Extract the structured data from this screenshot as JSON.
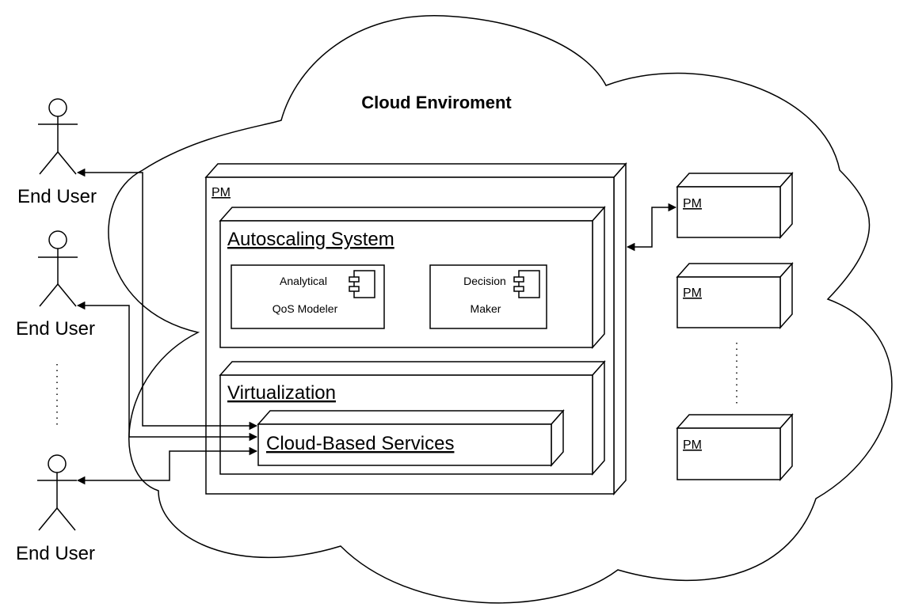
{
  "diagram": {
    "title": "Cloud Enviroment",
    "main_node": {
      "label": "PM",
      "autoscaling": {
        "label": "Autoscaling System",
        "components": [
          {
            "line1": "Analytical",
            "line2": "QoS Modeler"
          },
          {
            "line1": "Decision",
            "line2": "Maker"
          }
        ]
      },
      "virtualization": {
        "label": "Virtualization",
        "services": {
          "label": "Cloud-Based Services"
        }
      }
    },
    "side_nodes": [
      {
        "label": "PM"
      },
      {
        "label": "PM"
      },
      {
        "label": "PM"
      }
    ],
    "actors": [
      {
        "label": "End User"
      },
      {
        "label": "End User"
      },
      {
        "label": "End User"
      }
    ]
  }
}
